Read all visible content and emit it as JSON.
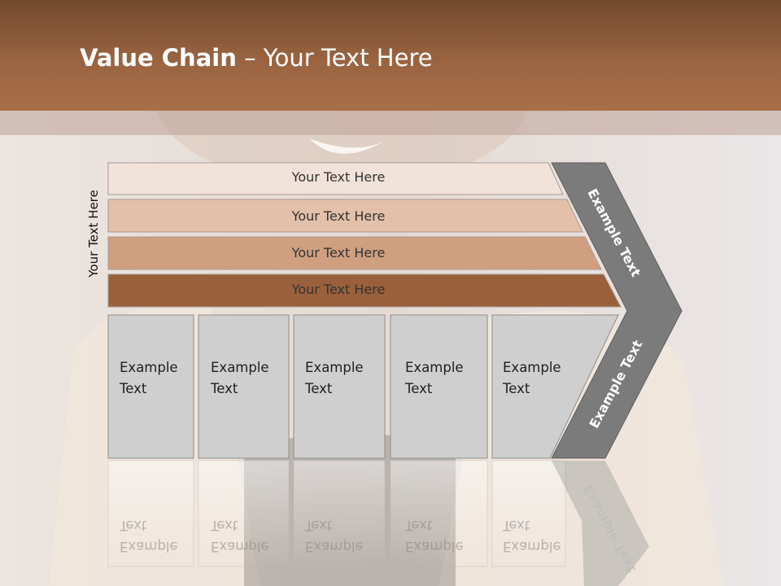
{
  "title": {
    "bold": "Value Chain",
    "rest": " – Your Text Here"
  },
  "side_label": "Your Text Here",
  "bars": [
    {
      "label": "Your Text Here",
      "color": "#f2e3da"
    },
    {
      "label": "Your Text Here",
      "color": "#e3c0aa"
    },
    {
      "label": "Your Text Here",
      "color": "#cf9f80"
    },
    {
      "label": "Your Text Here",
      "color": "#9a603b"
    }
  ],
  "cells": [
    {
      "line1": "Example",
      "line2": "Text"
    },
    {
      "line1": "Example",
      "line2": "Text"
    },
    {
      "line1": "Example",
      "line2": "Text"
    },
    {
      "line1": "Example",
      "line2": "Text"
    },
    {
      "line1": "Example",
      "line2": "Text"
    }
  ],
  "chevron": {
    "top_label": "Example Text",
    "bottom_label": "Example Text",
    "color": "#7b7b7b"
  },
  "colors": {
    "header": "#9a6441",
    "cell_fill": "#cfcfcf",
    "cell_border": "#8e8e8e"
  }
}
